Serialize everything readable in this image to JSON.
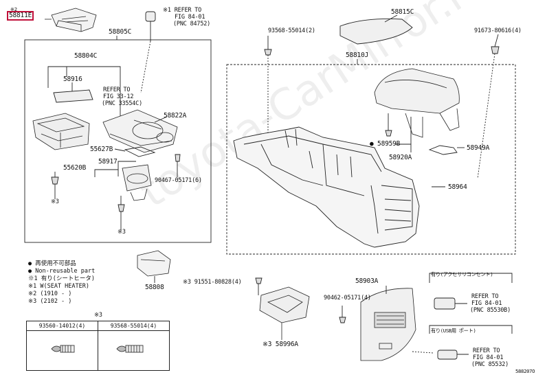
{
  "diagram": {
    "highlighted_part": "58811E",
    "highlighted_note": "※2",
    "parts": {
      "p58805C": "58805C",
      "p58804C": "58804C",
      "p58916": "58916",
      "p58822A": "58822A",
      "p55627B": "55627B",
      "p58917": "58917",
      "p55620B": "55620B",
      "p90467_05171_6": "90467-05171(6)",
      "p58808": "58808",
      "p93568_55014_2": "93568-55014(2)",
      "p58815C": "58815C",
      "p91673_80616_4": "91673-80616(4)",
      "p58810J": "58810J",
      "p58959B": "58959B",
      "p58920A": "58920A",
      "p58949A": "58949A",
      "p58964": "58964",
      "p91551_80828_4": "※3 91551-80828(4)",
      "p58903A": "58903A",
      "p90462_05171_4": "90462-05171(4)",
      "p58996A": "※3 58996A"
    },
    "notes": {
      "n3_left": "※3",
      "n3_bottom": "※3"
    },
    "refers": {
      "top": [
        "※1 REFER TO",
        "FIG 84-01",
        "(PNC 84752)"
      ],
      "mid": [
        "REFER TO",
        "FIG 33-12",
        "(PNC 33554C)"
      ],
      "acc": [
        "REFER TO",
        "FIG 84-01",
        "(PNC 85530B)"
      ],
      "usb": [
        "REFER TO",
        "FIG 84-01",
        "(PNC 85532)"
      ]
    },
    "option_labels": {
      "acc": "有り(アクセサリコンセント)",
      "usb": "有り(USB用 ポート)"
    },
    "legend": [
      "● 再使用不可部品",
      "● Non-reusable part",
      "※1 有り(シートヒータ)",
      "※1 W(SEAT HEATER)",
      "※2 (1910 -    )",
      "※3 (2102 -    )"
    ],
    "bolt_table": {
      "note": "※3",
      "col1": "93560-14012(4)",
      "col2": "93568-55014(4)"
    },
    "figure_code": "588207O",
    "watermark": "toyota-CarMirror.ru"
  }
}
